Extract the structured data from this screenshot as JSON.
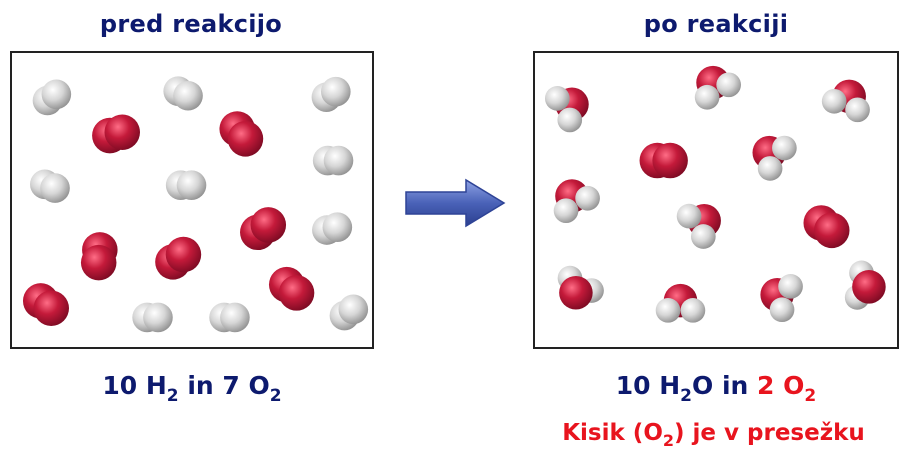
{
  "before": {
    "title": "pred reakcijo",
    "formula": {
      "h2_count": "10 H",
      "h2_sub": "2",
      "joiner": " in 7 O",
      "o2_sub": "2"
    }
  },
  "after": {
    "title": "po reakciji",
    "formula": {
      "water_count": "10 H",
      "water_sub": "2",
      "water_tail": "O in ",
      "excess_o2": "2 O",
      "excess_o2_sub": "2"
    },
    "note": {
      "head": "Kisik (O",
      "sub": "2",
      "tail": ") je v presežku"
    }
  },
  "colors": {
    "title_text": "#0d1a6e",
    "highlight": "#e8141e",
    "oxygen_atom": "#c41a3a",
    "hydrogen_atom": "#d6d6d6",
    "arrow": "#4a62b8"
  }
}
